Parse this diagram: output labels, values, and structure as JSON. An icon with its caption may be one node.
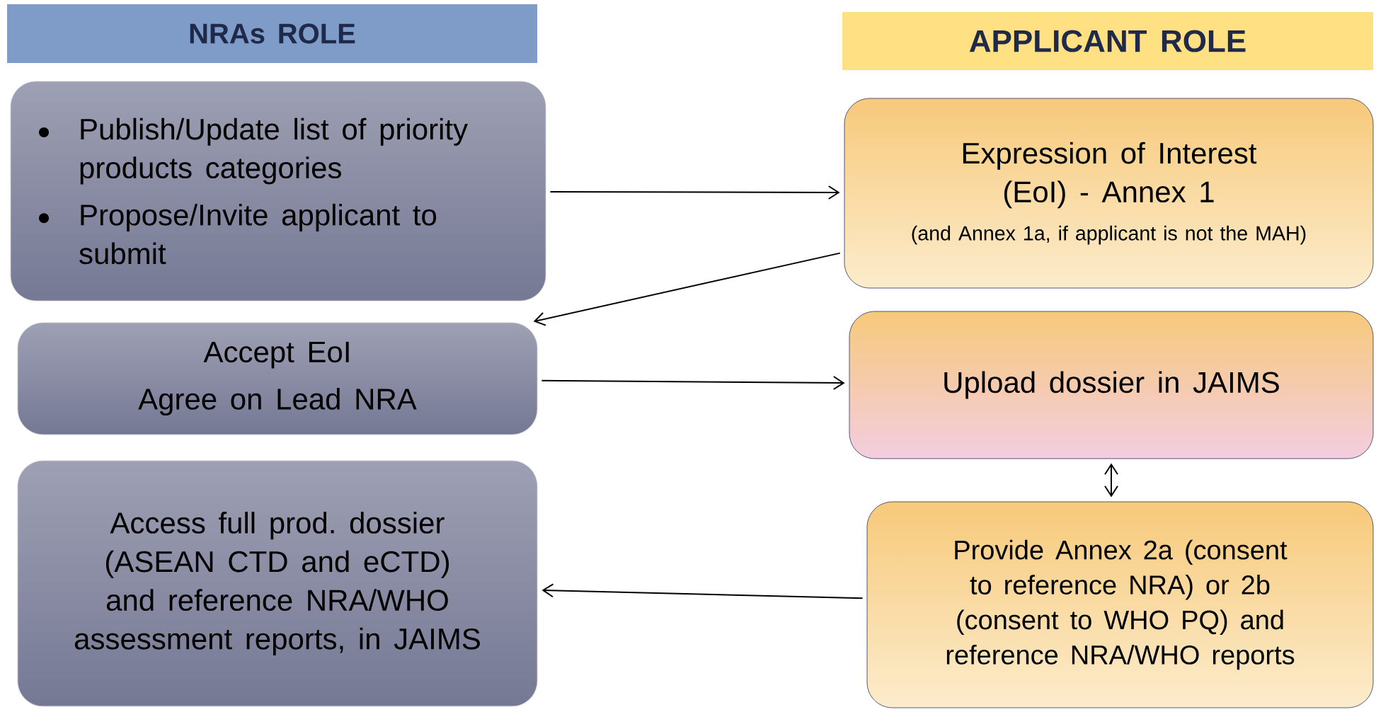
{
  "diagram": {
    "nodes": [
      {
        "text": [
          "NRAs ROLE"
        ]
      },
      {
        "text": [
          "APPLICANT ROLE"
        ]
      },
      {
        "text": [
          "Publish/Update list of priority products categories",
          "Propose/Invite applicant to submit"
        ]
      },
      {
        "text": [
          "Accept EoI",
          "Agree on Lead NRA"
        ]
      },
      {
        "text": [
          "Access full prod. dossier (ASEAN CTD and eCTD) and reference NRA/WHO assessment reports, in JAIMS"
        ]
      },
      {
        "text": [
          "Expression of Interest (EoI) - Annex 1",
          "(and Annex 1a, if applicant is not the MAH)"
        ]
      },
      {
        "text": [
          "Upload dossier in JAIMS"
        ]
      },
      {
        "text": [
          "Provide Annex 2a (consent to reference NRA) or 2b (consent to WHO PQ) and reference NRA/WHO reports"
        ]
      }
    ],
    "edges": [
      {
        "from": 2,
        "to": 5,
        "arrow": "to"
      },
      {
        "from": 5,
        "to": 3,
        "arrow": "to"
      },
      {
        "from": 3,
        "to": 6,
        "arrow": "to"
      },
      {
        "from": 6,
        "to": 7,
        "arrow": "both"
      },
      {
        "from": 7,
        "to": 4,
        "arrow": "to"
      }
    ]
  }
}
